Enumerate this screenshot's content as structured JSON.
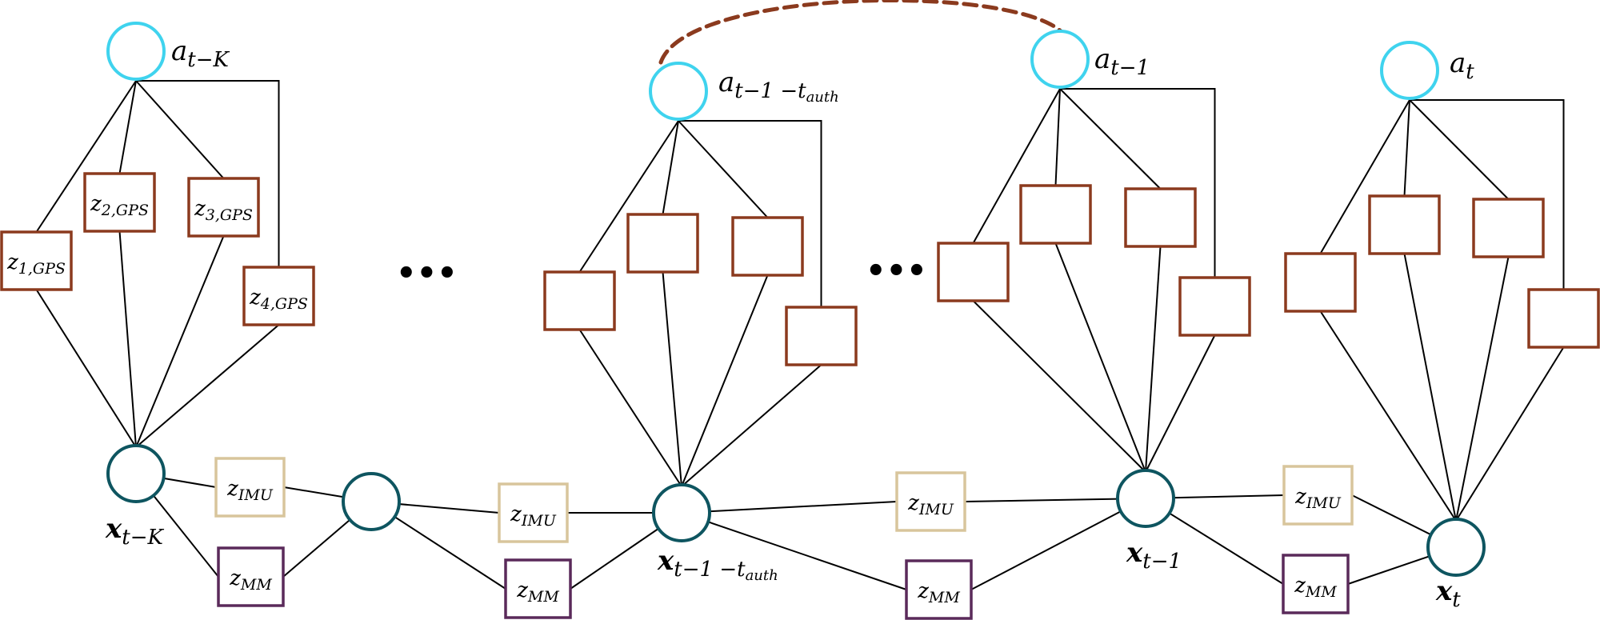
{
  "colors": {
    "auth_node": "#3fd3ee",
    "state_node": "#0e5560",
    "gps_factor": "#8b3a1e",
    "imu_factor": "#d8c59c",
    "mm_factor": "#5a2a5a",
    "auth_link": "#8b3a1e"
  },
  "auth_nodes": [
    {
      "id": "a0",
      "label": "a",
      "sub": "t−K"
    },
    {
      "id": "a1",
      "label": "a",
      "sub": "t−1 −t",
      "sub2": "auth"
    },
    {
      "id": "a2",
      "label": "a",
      "sub": "t−1"
    },
    {
      "id": "a3",
      "label": "a",
      "sub": "t"
    }
  ],
  "state_nodes": [
    {
      "id": "x0",
      "label": "x",
      "sub": "t−K"
    },
    {
      "id": "xm",
      "label": "",
      "sub": ""
    },
    {
      "id": "x1",
      "label": "x",
      "sub": "t−1 −t",
      "sub2": "auth"
    },
    {
      "id": "x2",
      "label": "x",
      "sub": "t−1"
    },
    {
      "id": "x3",
      "label": "x",
      "sub": "t"
    }
  ],
  "gps_factors": [
    {
      "id": "g0",
      "label": "z",
      "sub": "1,GPS"
    },
    {
      "id": "g1",
      "label": "z",
      "sub": "2,GPS"
    },
    {
      "id": "g2",
      "label": "z",
      "sub": "3,GPS"
    },
    {
      "id": "g3",
      "label": "z",
      "sub": "4,GPS"
    },
    {
      "id": "g4",
      "label": "",
      "sub": ""
    },
    {
      "id": "g5",
      "label": "",
      "sub": ""
    },
    {
      "id": "g6",
      "label": "",
      "sub": ""
    },
    {
      "id": "g7",
      "label": "",
      "sub": ""
    },
    {
      "id": "g8",
      "label": "",
      "sub": ""
    },
    {
      "id": "g9",
      "label": "",
      "sub": ""
    },
    {
      "id": "g10",
      "label": "",
      "sub": ""
    },
    {
      "id": "g11",
      "label": "",
      "sub": ""
    },
    {
      "id": "g12",
      "label": "",
      "sub": ""
    },
    {
      "id": "g13",
      "label": "",
      "sub": ""
    },
    {
      "id": "g14",
      "label": "",
      "sub": ""
    },
    {
      "id": "g15",
      "label": "",
      "sub": ""
    }
  ],
  "imu_factors": [
    {
      "id": "i0",
      "label": "z",
      "sub": "IMU"
    },
    {
      "id": "i1",
      "label": "z",
      "sub": "IMU"
    },
    {
      "id": "i2",
      "label": "z",
      "sub": "IMU"
    },
    {
      "id": "i3",
      "label": "z",
      "sub": "IMU"
    }
  ],
  "mm_factors": [
    {
      "id": "m0",
      "label": "z",
      "sub": "MM"
    },
    {
      "id": "m1",
      "label": "z",
      "sub": "MM"
    },
    {
      "id": "m2",
      "label": "z",
      "sub": "MM"
    },
    {
      "id": "m3",
      "label": "z",
      "sub": "MM"
    }
  ],
  "ellipsis": "•••",
  "edges": [
    [
      "a0",
      "g0"
    ],
    [
      "a0",
      "g1"
    ],
    [
      "a0",
      "g2"
    ],
    [
      "a0",
      "g3"
    ],
    [
      "g0",
      "x0"
    ],
    [
      "g1",
      "x0"
    ],
    [
      "g2",
      "x0"
    ],
    [
      "g3",
      "x0"
    ],
    [
      "a1",
      "g4"
    ],
    [
      "a1",
      "g5"
    ],
    [
      "a1",
      "g6"
    ],
    [
      "a1",
      "g7"
    ],
    [
      "g4",
      "x1"
    ],
    [
      "g5",
      "x1"
    ],
    [
      "g6",
      "x1"
    ],
    [
      "g7",
      "x1"
    ],
    [
      "a2",
      "g8"
    ],
    [
      "a2",
      "g9"
    ],
    [
      "a2",
      "g10"
    ],
    [
      "a2",
      "g11"
    ],
    [
      "g8",
      "x2"
    ],
    [
      "g9",
      "x2"
    ],
    [
      "g10",
      "x2"
    ],
    [
      "g11",
      "x2"
    ],
    [
      "a3",
      "g12"
    ],
    [
      "a3",
      "g13"
    ],
    [
      "a3",
      "g14"
    ],
    [
      "a3",
      "g15"
    ],
    [
      "g12",
      "x3"
    ],
    [
      "g13",
      "x3"
    ],
    [
      "g14",
      "x3"
    ],
    [
      "g15",
      "x3"
    ],
    [
      "x0",
      "i0"
    ],
    [
      "i0",
      "xm"
    ],
    [
      "x0",
      "m0"
    ],
    [
      "m0",
      "xm"
    ],
    [
      "xm",
      "i1"
    ],
    [
      "i1",
      "x1"
    ],
    [
      "xm",
      "m1"
    ],
    [
      "m1",
      "x1"
    ],
    [
      "x1",
      "i2"
    ],
    [
      "i2",
      "x2"
    ],
    [
      "x1",
      "m2"
    ],
    [
      "m2",
      "x2"
    ],
    [
      "x2",
      "i3"
    ],
    [
      "i3",
      "x3"
    ],
    [
      "x2",
      "m3"
    ],
    [
      "m3",
      "x3"
    ]
  ],
  "auth_link": [
    "a1",
    "a2"
  ]
}
